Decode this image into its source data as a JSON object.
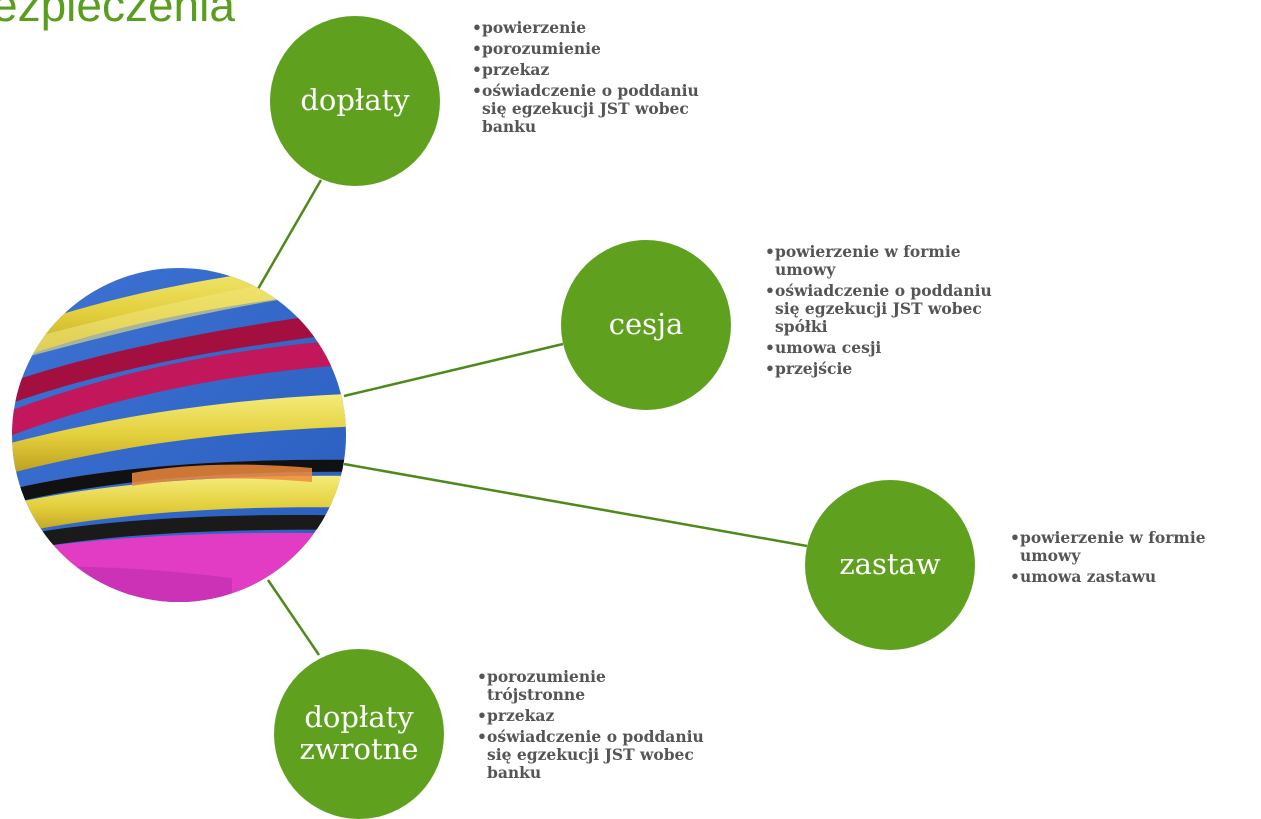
{
  "slide": {
    "title": "ezpieczenia"
  },
  "colors": {
    "title": "#5a9e1f",
    "node_fill": "#5fa11f",
    "connector": "#4e8a1a",
    "bullet_text": "#555555"
  },
  "center_image": {
    "description_icon": "ribbons-photo-icon"
  },
  "nodes": {
    "doplaty": {
      "label": "dopłaty",
      "items": [
        "powierzenie",
        "porozumienie",
        "przekaz",
        "oświadczenie o poddaniu się egzekucji JST wobec banku"
      ]
    },
    "cesja": {
      "label": "cesja",
      "items": [
        "powierzenie w formie umowy",
        "oświadczenie o poddaniu się egzekucji JST wobec spółki",
        "umowa cesji",
        "przejście"
      ]
    },
    "zastaw": {
      "label": "zastaw",
      "items": [
        "powierzenie w formie umowy",
        "umowa zastawu"
      ]
    },
    "doplaty_zwrotne": {
      "label": "dopłaty\nzwrotne",
      "items": [
        "porozumienie trójstronne",
        "przekaz",
        "oświadczenie o poddaniu się egzekucji JST wobec banku"
      ]
    }
  }
}
